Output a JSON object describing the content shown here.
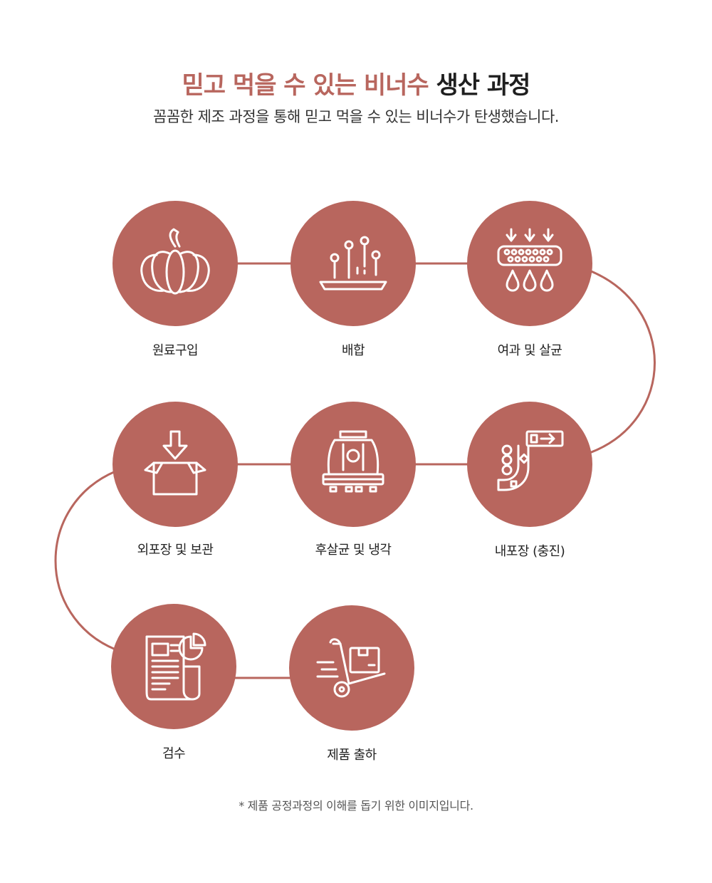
{
  "header": {
    "title_highlight": "믿고 먹을 수 있는 비너수",
    "title_rest": " 생산 과정",
    "subtitle": "꼼꼼한 제조 과정을 통해 믿고 먹을 수 있는 비너수가 탄생했습니다."
  },
  "steps": [
    {
      "label": "원료구입",
      "icon": "pumpkin-icon"
    },
    {
      "label": "배합",
      "icon": "mixing-tray-icon"
    },
    {
      "label": "여과 및 살균",
      "icon": "filter-drops-icon"
    },
    {
      "label": "내포장 (충진)",
      "icon": "filling-conveyor-icon"
    },
    {
      "label": "후살균 및 냉각",
      "icon": "cooling-tower-icon"
    },
    {
      "label": "외포장 및 보관",
      "icon": "box-packing-icon"
    },
    {
      "label": "검수",
      "icon": "report-inspection-icon"
    },
    {
      "label": "제품 출하",
      "icon": "hand-truck-icon"
    }
  ],
  "footnote": "* 제품 공정과정의 이해를 돕기 위한 이미지입니다.",
  "colors": {
    "accent": "#b8665e",
    "text": "#222222",
    "background": "#ffffff"
  }
}
